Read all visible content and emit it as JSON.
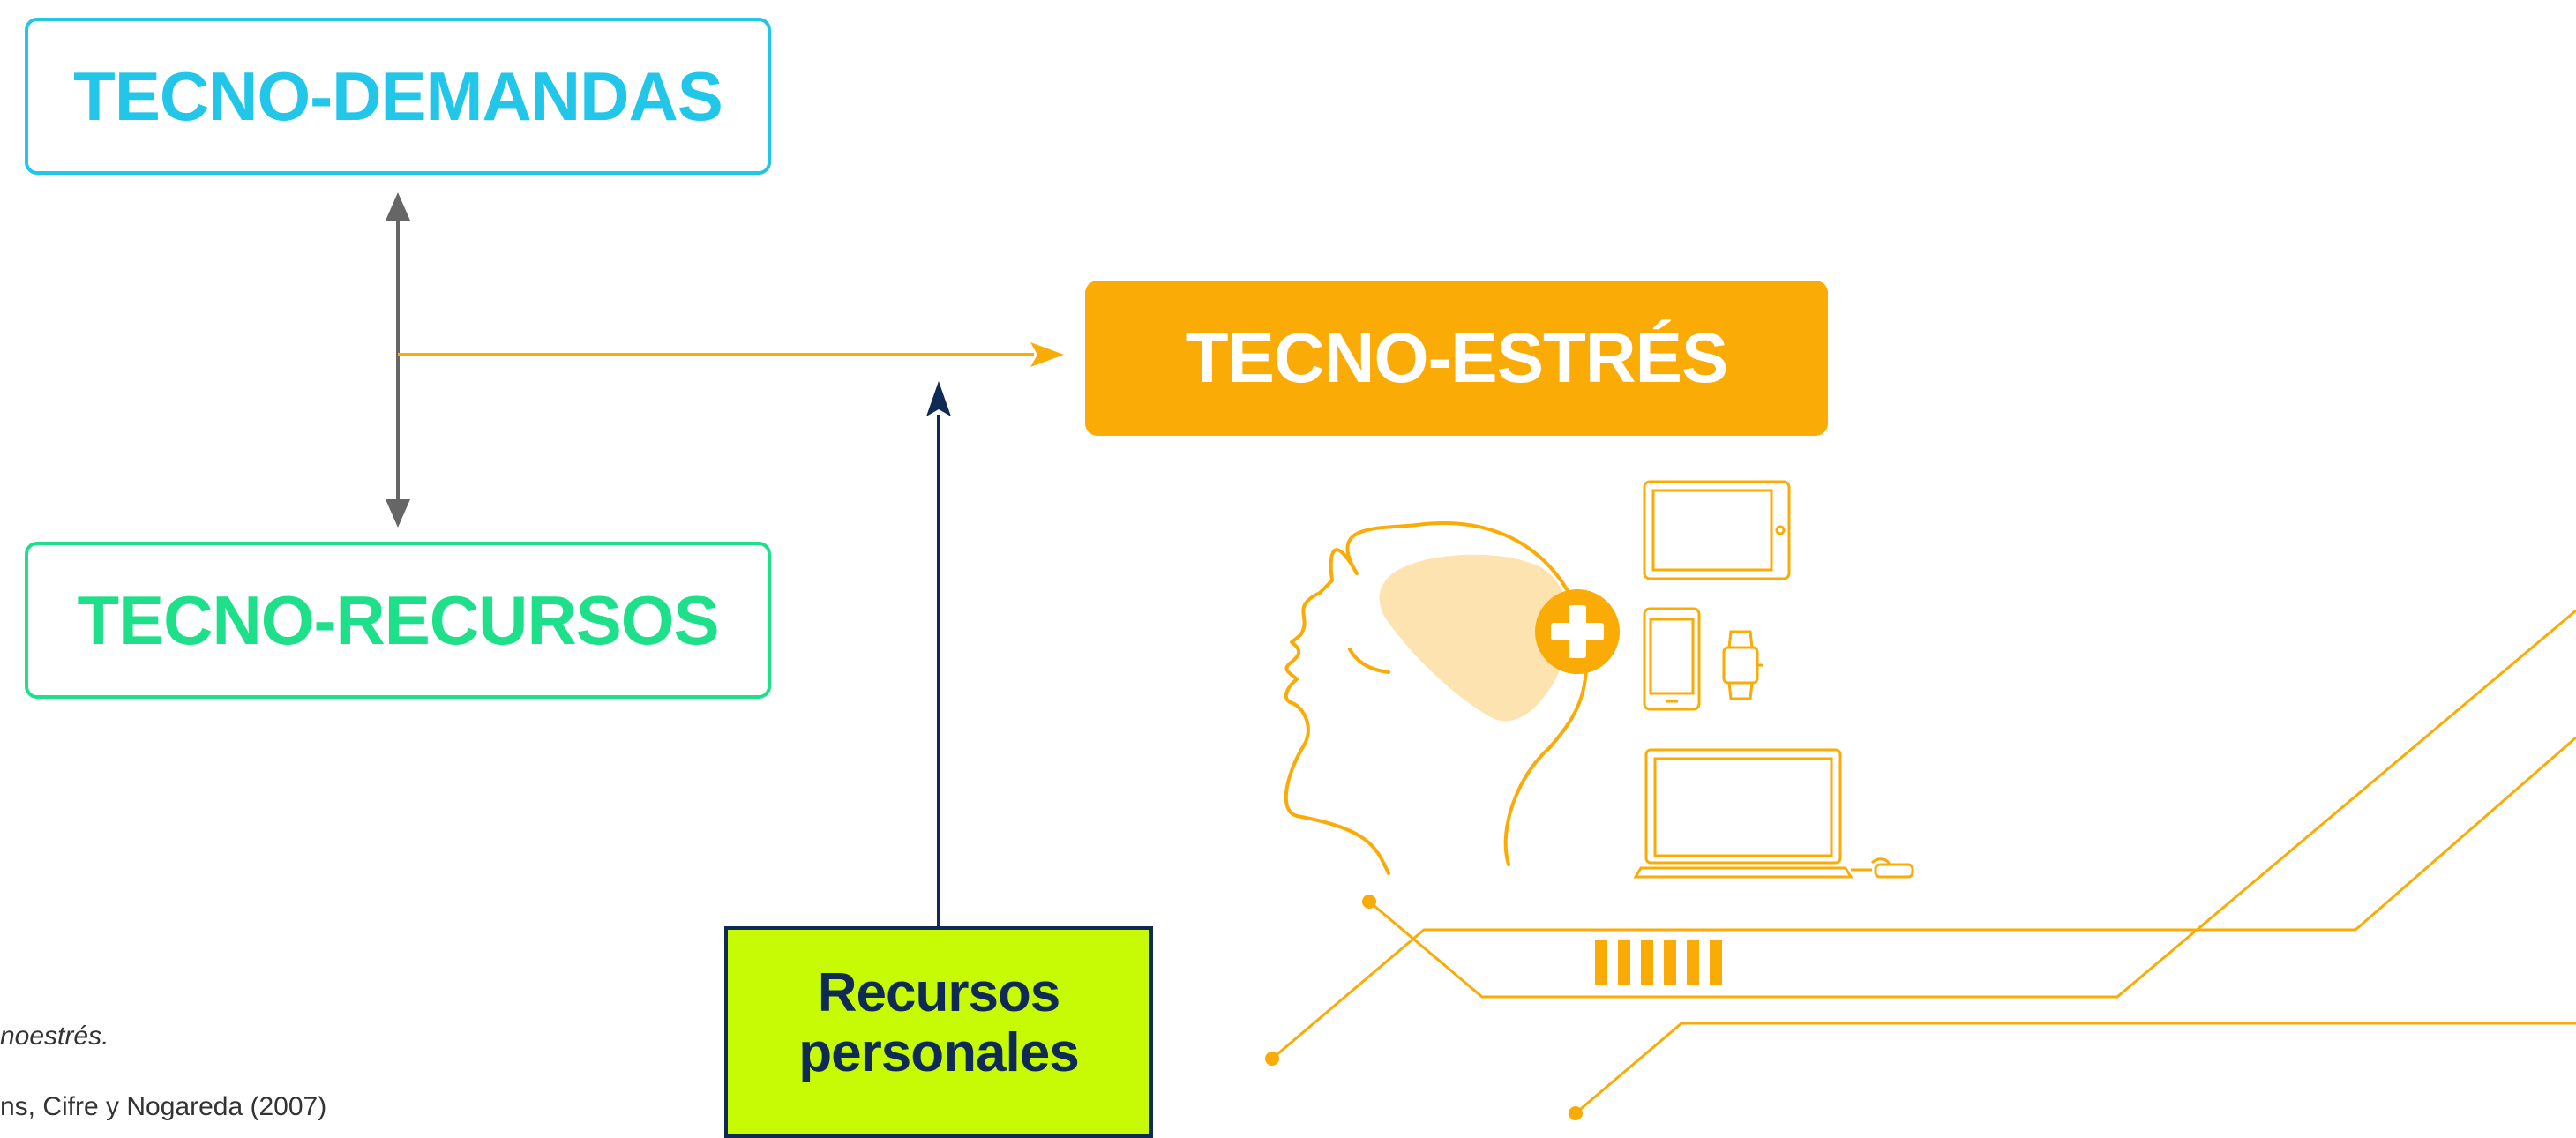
{
  "boxes": {
    "tecno_demandas": "TECNO-DEMANDAS",
    "tecno_recursos": "TECNO-RECURSOS",
    "tecno_estres": "TECNO-ESTRÉS",
    "recursos_personales_line1": "Recursos",
    "recursos_personales_line2": "personales"
  },
  "captions": {
    "line1": "noestrés.",
    "line2": "ns, Cifre y Nogareda (2007)"
  },
  "colors": {
    "demandas": "#22c6e8",
    "recursos": "#1fe08a",
    "estres": "#fbab05",
    "personales_bg": "#c7fb05",
    "navy": "#0f2a55",
    "gray_arrow": "#666666"
  },
  "icons": [
    "head-icon",
    "brain-icon",
    "plus-icon",
    "tablet-icon",
    "phone-icon",
    "watch-icon",
    "laptop-icon",
    "circuit-lines"
  ]
}
